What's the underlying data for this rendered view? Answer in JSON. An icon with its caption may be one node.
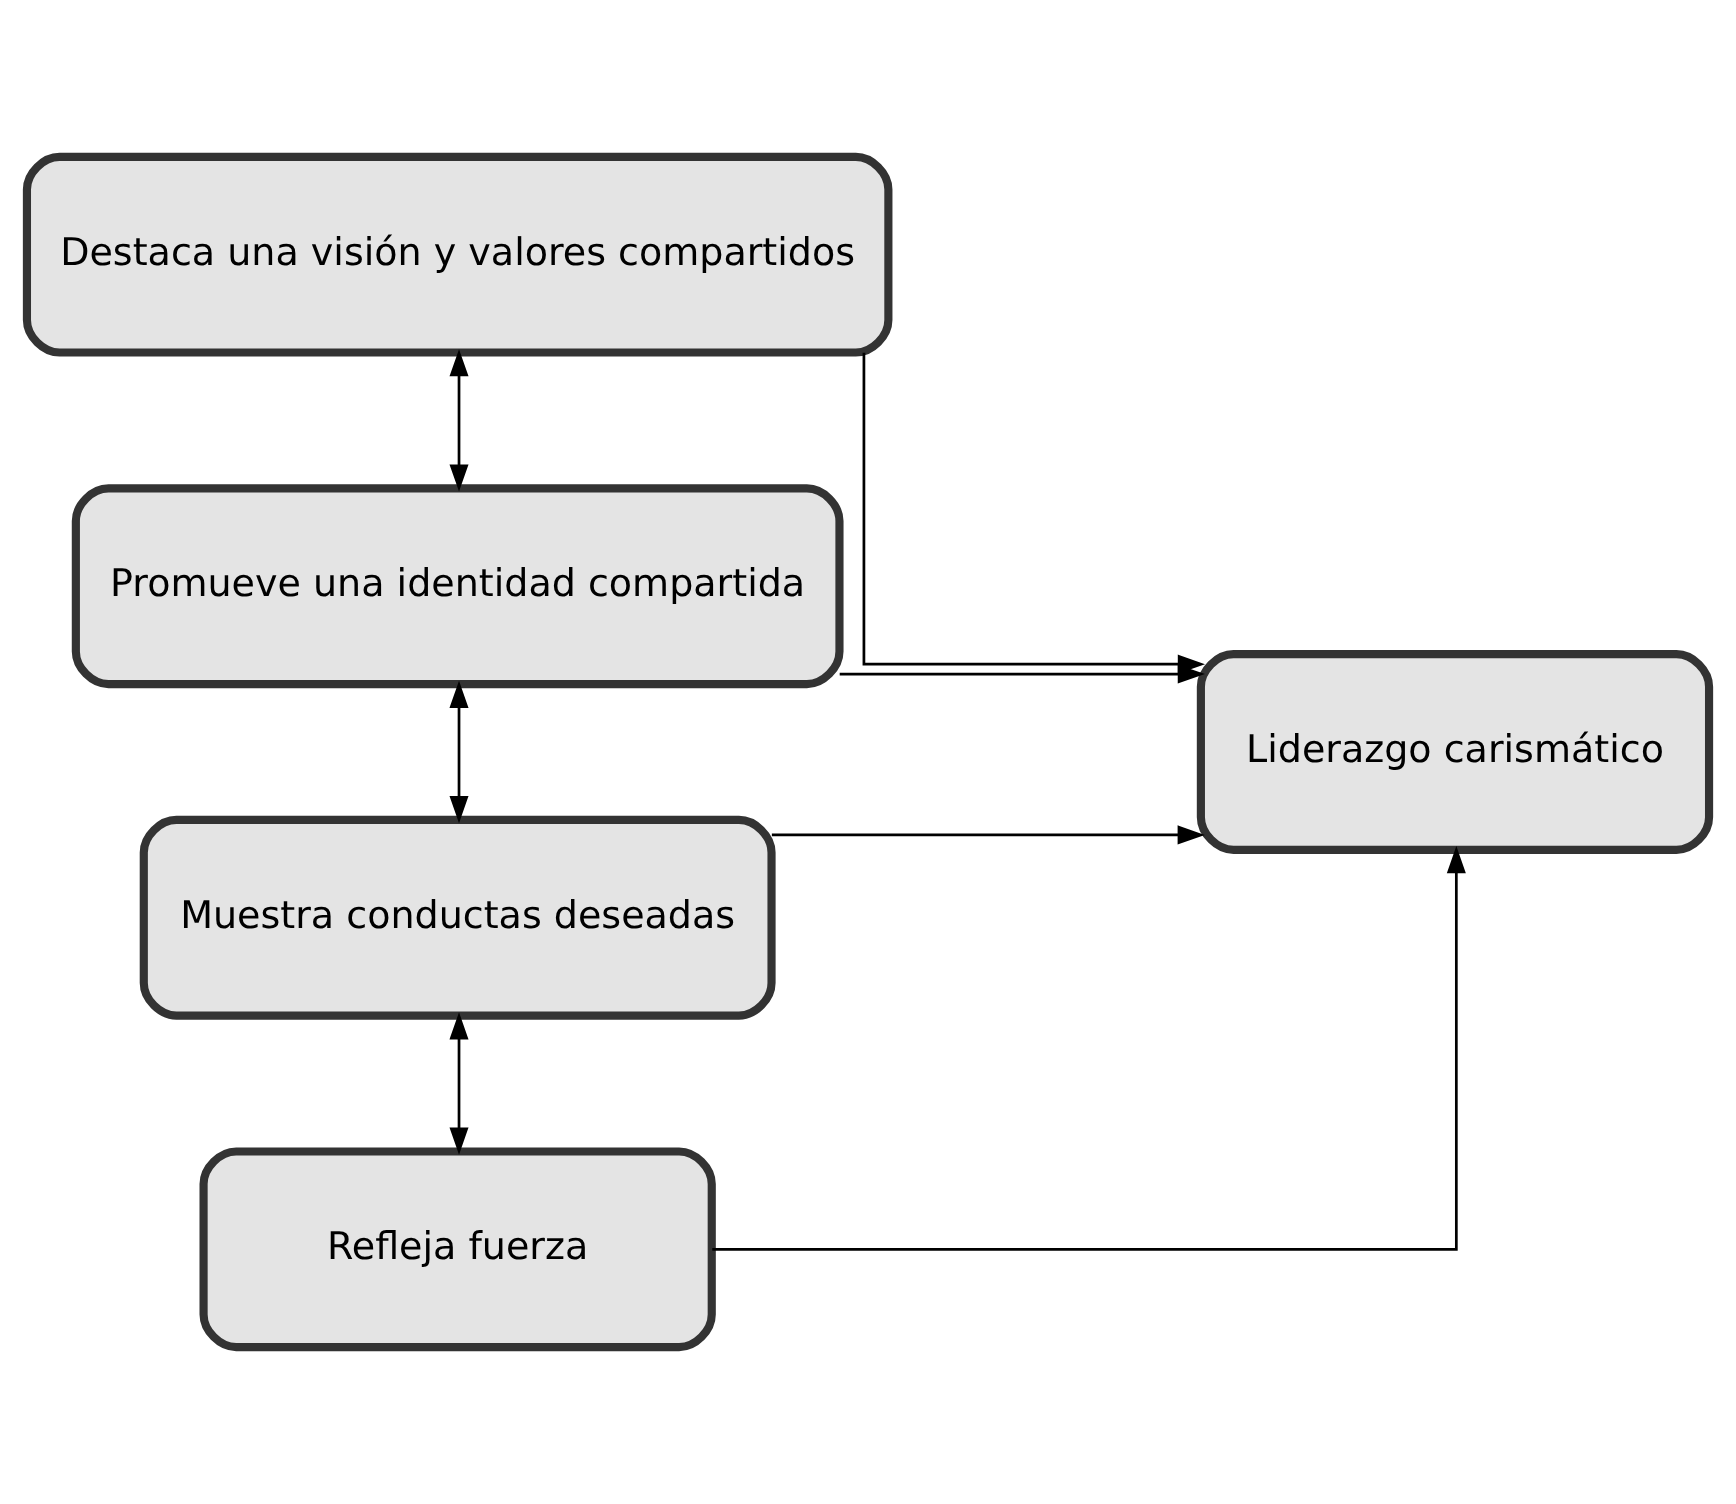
{
  "diagram": {
    "nodes": [
      {
        "text": [
          "Destaca una visión y valores compartidos"
        ]
      },
      {
        "text": [
          "Promueve una identidad compartida"
        ]
      },
      {
        "text": [
          "Muestra conductas deseadas"
        ]
      },
      {
        "text": [
          "Refleja fuerza"
        ]
      },
      {
        "text": [
          "Liderazgo carismático"
        ]
      }
    ],
    "edges": [
      {
        "from": 0,
        "to": 1,
        "arrow": "both"
      },
      {
        "from": 1,
        "to": 2,
        "arrow": "both"
      },
      {
        "from": 2,
        "to": 3,
        "arrow": "both"
      },
      {
        "from": 0,
        "to": 4,
        "arrow": "to"
      },
      {
        "from": 1,
        "to": 4,
        "arrow": "to"
      },
      {
        "from": 2,
        "to": 4,
        "arrow": "to"
      },
      {
        "from": 3,
        "to": 4,
        "arrow": "to"
      }
    ]
  }
}
